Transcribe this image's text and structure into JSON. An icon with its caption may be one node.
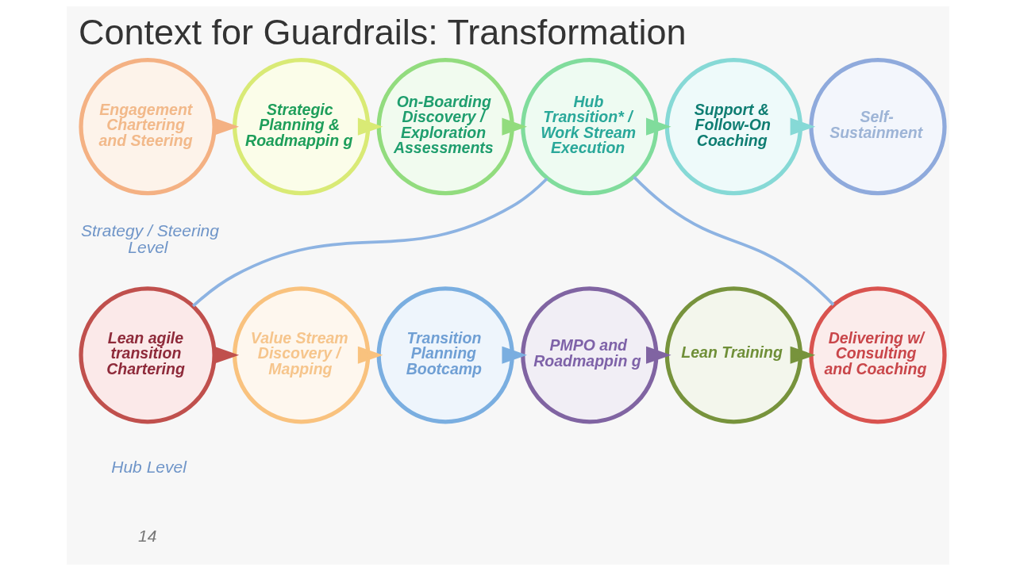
{
  "diagram": {
    "title": "Context for Guardrails: Transformation",
    "nodes": [
      {
        "text": [
          "Engagement Chartering and Steering"
        ]
      },
      {
        "text": [
          "Strategic Planning & Roadmappin g"
        ]
      },
      {
        "text": [
          "On-Boarding Discovery / Exploration Assessments"
        ]
      },
      {
        "text": [
          "Hub Transition* / Work Stream Execution"
        ]
      },
      {
        "text": [
          "Support & Follow-On Coaching"
        ]
      },
      {
        "text": [
          "Self- Sustainment"
        ]
      },
      {
        "text": [
          "Lean agile transition Chartering"
        ]
      },
      {
        "text": [
          "Value Stream Discovery / Mapping"
        ]
      },
      {
        "text": [
          "Transition Planning Bootcamp"
        ]
      },
      {
        "text": [
          "PMPO and Roadmappin g"
        ]
      },
      {
        "text": [
          "Lean Training"
        ]
      },
      {
        "text": [
          "Delivering w/ Consulting and Coaching"
        ]
      }
    ],
    "edges": [
      {
        "from": 0,
        "to": 1,
        "arrow": "to",
        "color": "#f4b183"
      },
      {
        "from": 1,
        "to": 2,
        "arrow": "to",
        "color": "#d9ea75"
      },
      {
        "from": 2,
        "to": 3,
        "arrow": "to",
        "color": "#92dc7e"
      },
      {
        "from": 3,
        "to": 4,
        "arrow": "to",
        "color": "#80dc9c"
      },
      {
        "from": 4,
        "to": 5,
        "arrow": "to",
        "color": "#86d9d6"
      },
      {
        "from": 3,
        "to": 6,
        "arrow": "none",
        "color": "#8db3e2"
      },
      {
        "from": 3,
        "to": 11,
        "arrow": "none",
        "color": "#8db3e2"
      },
      {
        "from": 6,
        "to": 7,
        "arrow": "to",
        "color": "#c0504d"
      },
      {
        "from": 7,
        "to": 8,
        "arrow": "to",
        "color": "#f9c27e"
      },
      {
        "from": 8,
        "to": 9,
        "arrow": "to",
        "color": "#7aaee0"
      },
      {
        "from": 9,
        "to": 10,
        "arrow": "to",
        "color": "#8064a2"
      },
      {
        "from": 10,
        "to": 11,
        "arrow": "to",
        "color": "#77933c"
      }
    ],
    "labels": [
      "Strategy / Steering Level",
      "Hub Level",
      "14"
    ]
  }
}
